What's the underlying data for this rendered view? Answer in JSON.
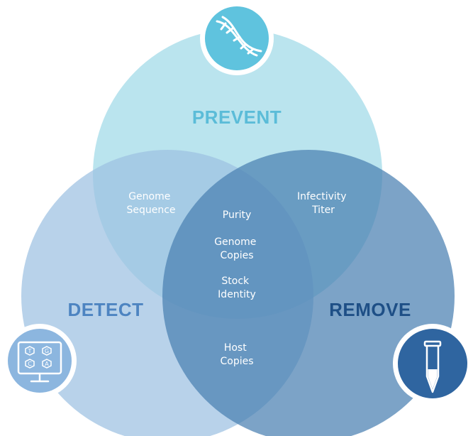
{
  "colors": {
    "prevent": "#9fd9e8",
    "detect": "#9cc0e2",
    "remove": "#4a7fb1",
    "prevent_label": "#5bbcd8",
    "detect_label": "#4d84c1",
    "remove_label": "#1e4f86",
    "dna_badge": "#5fc3de",
    "seq_badge": "#8cb6df",
    "tube_badge": "#2f65a0"
  },
  "labels": {
    "prevent": "PREVENT",
    "detect": "DETECT",
    "remove": "REMOVE"
  },
  "regions": {
    "prevent_detect": [
      "Genome",
      "Sequence"
    ],
    "prevent_remove": [
      "Infectivity",
      "Titer"
    ],
    "detect_remove": [
      "Host",
      "Copies"
    ],
    "center": {
      "purity": "Purity",
      "genome_copies": [
        "Genome",
        "Copies"
      ],
      "stock_identity": [
        "Stock",
        "Identity"
      ]
    }
  },
  "icons": {
    "prevent": "dna-icon",
    "detect": "sequencing-monitor-icon",
    "remove": "test-tube-icon"
  },
  "bases": [
    "T",
    "G",
    "C",
    "A"
  ]
}
